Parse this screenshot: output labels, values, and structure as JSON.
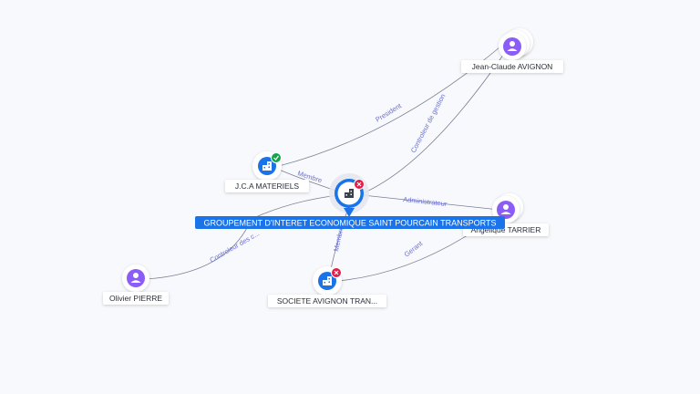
{
  "center": {
    "label": "GROUPEMENT D'INTERET ECONOMIQUE SAINT POURCAIN TRANSPORTS",
    "icon": "building-icon",
    "status": "closed"
  },
  "nodes": {
    "jcavignon": {
      "label": "Jean-Claude AVIGNON",
      "icon": "person-icon"
    },
    "jca": {
      "label": "J.C.A MATERIELS",
      "icon": "building-icon",
      "status": "active"
    },
    "tarrier": {
      "label": "Angelique TARRIER",
      "icon": "person-icon"
    },
    "pierre": {
      "label": "Olivier PIERRE",
      "icon": "person-icon"
    },
    "societe": {
      "label": "SOCIETE AVIGNON TRAN...",
      "icon": "building-icon",
      "status": "closed"
    }
  },
  "edges": {
    "president": "President",
    "controleur_gestion": "Controleur de gestion",
    "membre_jca": "Membre",
    "administrateur": "Administrateur",
    "controleur_des": "Controleur des c...",
    "membre_societe": "Membre",
    "gerant": "Gerant"
  },
  "colors": {
    "company": "#1a73e8",
    "person": "#8b5cf6",
    "active": "#16a34a",
    "closed": "#e11d48",
    "edge": "#7b8196",
    "edge_label": "#6b6fd6"
  }
}
